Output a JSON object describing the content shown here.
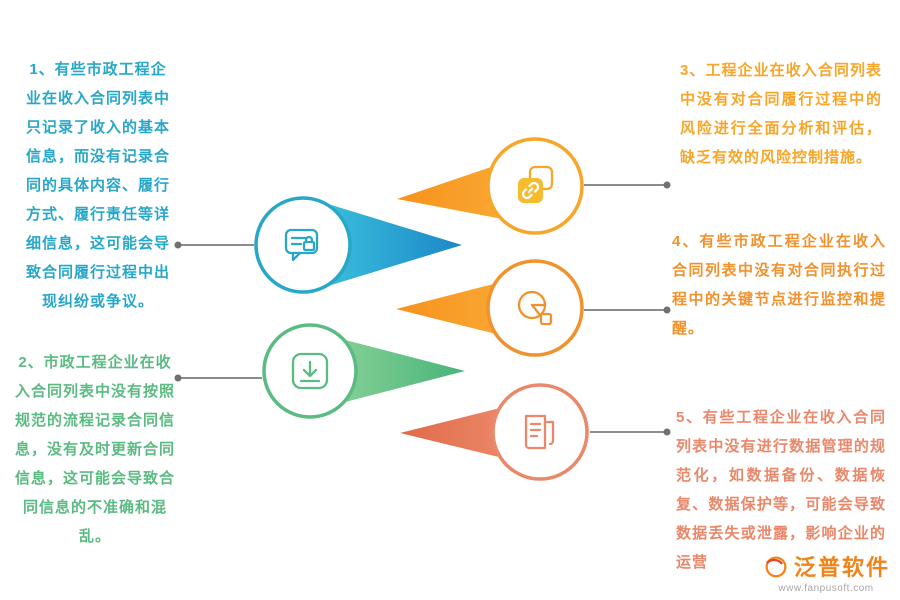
{
  "points": [
    {
      "id": "1",
      "text": "1、有些市政工程企业在收入合同列表中只记录了收入的基本信息，而没有记录合同的具体内容、履行方式、履行责任等详细信息，这可能会导致合同履行过程中出现纠纷或争议。",
      "color": "#29a7c8",
      "icon": "message-lock-icon"
    },
    {
      "id": "2",
      "text": "2、市政工程企业在收入合同列表中没有按照规范的流程记录合同信息，没有及时更新合同信息，这可能会导致合同信息的不准确和混乱。",
      "color": "#5bbb83",
      "icon": "download-icon"
    },
    {
      "id": "3",
      "text": "3、工程企业在收入合同列表中没有对合同履行过程中的风险进行全面分析和评估，缺乏有效的风险控制措施。",
      "color": "#f8a629",
      "icon": "link-icon"
    },
    {
      "id": "4",
      "text": "4、有些市政工程企业在收入合同列表中没有对合同执行过程中的关键节点进行监控和提醒。",
      "color": "#f0922d",
      "icon": "pie-chart-icon"
    },
    {
      "id": "5",
      "text": "5、有些工程企业在收入合同列表中没有进行数据管理的规范化，如数据备份、数据恢复、数据保护等，可能会导致数据丢失或泄露，影响企业的运营",
      "color": "#e9886b",
      "icon": "document-icon"
    }
  ],
  "colors": {
    "connector": "#8c8c8c",
    "connector_dot": "#707070",
    "link_badge_fill": "#f5bd2e",
    "blue_shape": "#23a6ce",
    "orange_shape": "#f9a11b",
    "green_shape": "#66c08f",
    "salmon_shape": "#e87e61"
  },
  "logo": {
    "brand": "泛普软件",
    "website": "www.fanpusoft.com",
    "brand_color": "#f08419",
    "accent_color": "#e2452a"
  }
}
